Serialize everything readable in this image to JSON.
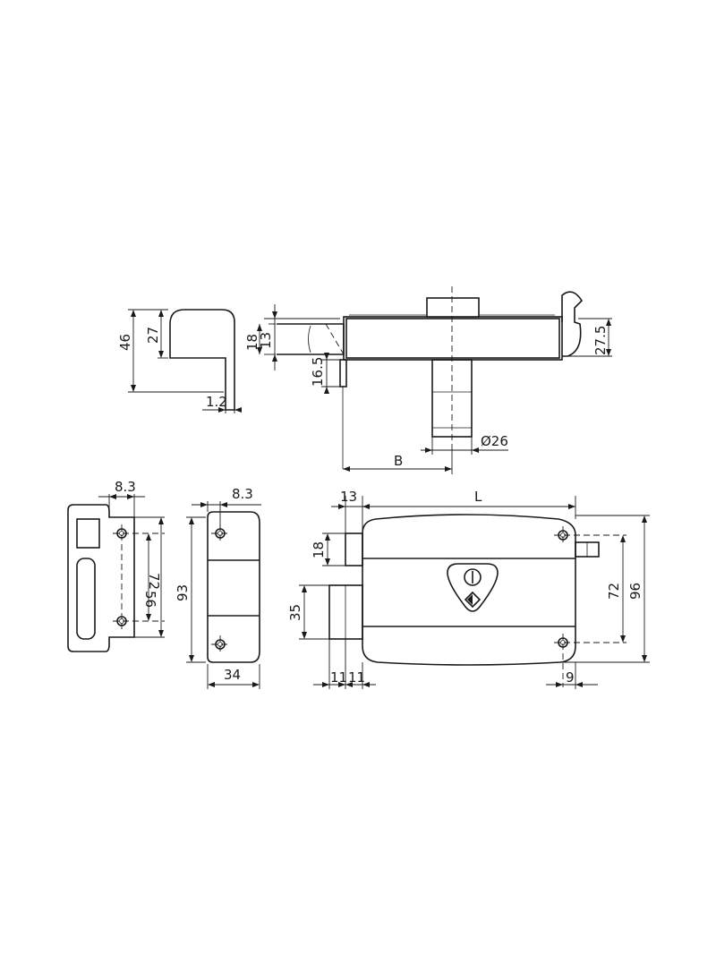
{
  "dimensions": {
    "strike_height_46": "46",
    "strike_height_27": "27",
    "strike_thickness": "1.2",
    "bolt_height_18": "18",
    "bolt_height_13": "13",
    "latch_offset": "16.5",
    "cylinder_diameter": "Ø26",
    "backset": "B",
    "hook_height": "27.5",
    "plate_offset_left": "8.3",
    "plate_holes_56": "56",
    "plate_holes_72": "72",
    "keeper_offset": "8.3",
    "keeper_height": "93",
    "keeper_width": "34",
    "bolt_protrusion": "13",
    "lock_length": "L",
    "upper_bolt": "18",
    "lower_bolt": "35",
    "bolt_step_1": "11",
    "bolt_step_2": "11",
    "lock_holes_72": "72",
    "lock_height": "96",
    "hook_offset": "9"
  }
}
